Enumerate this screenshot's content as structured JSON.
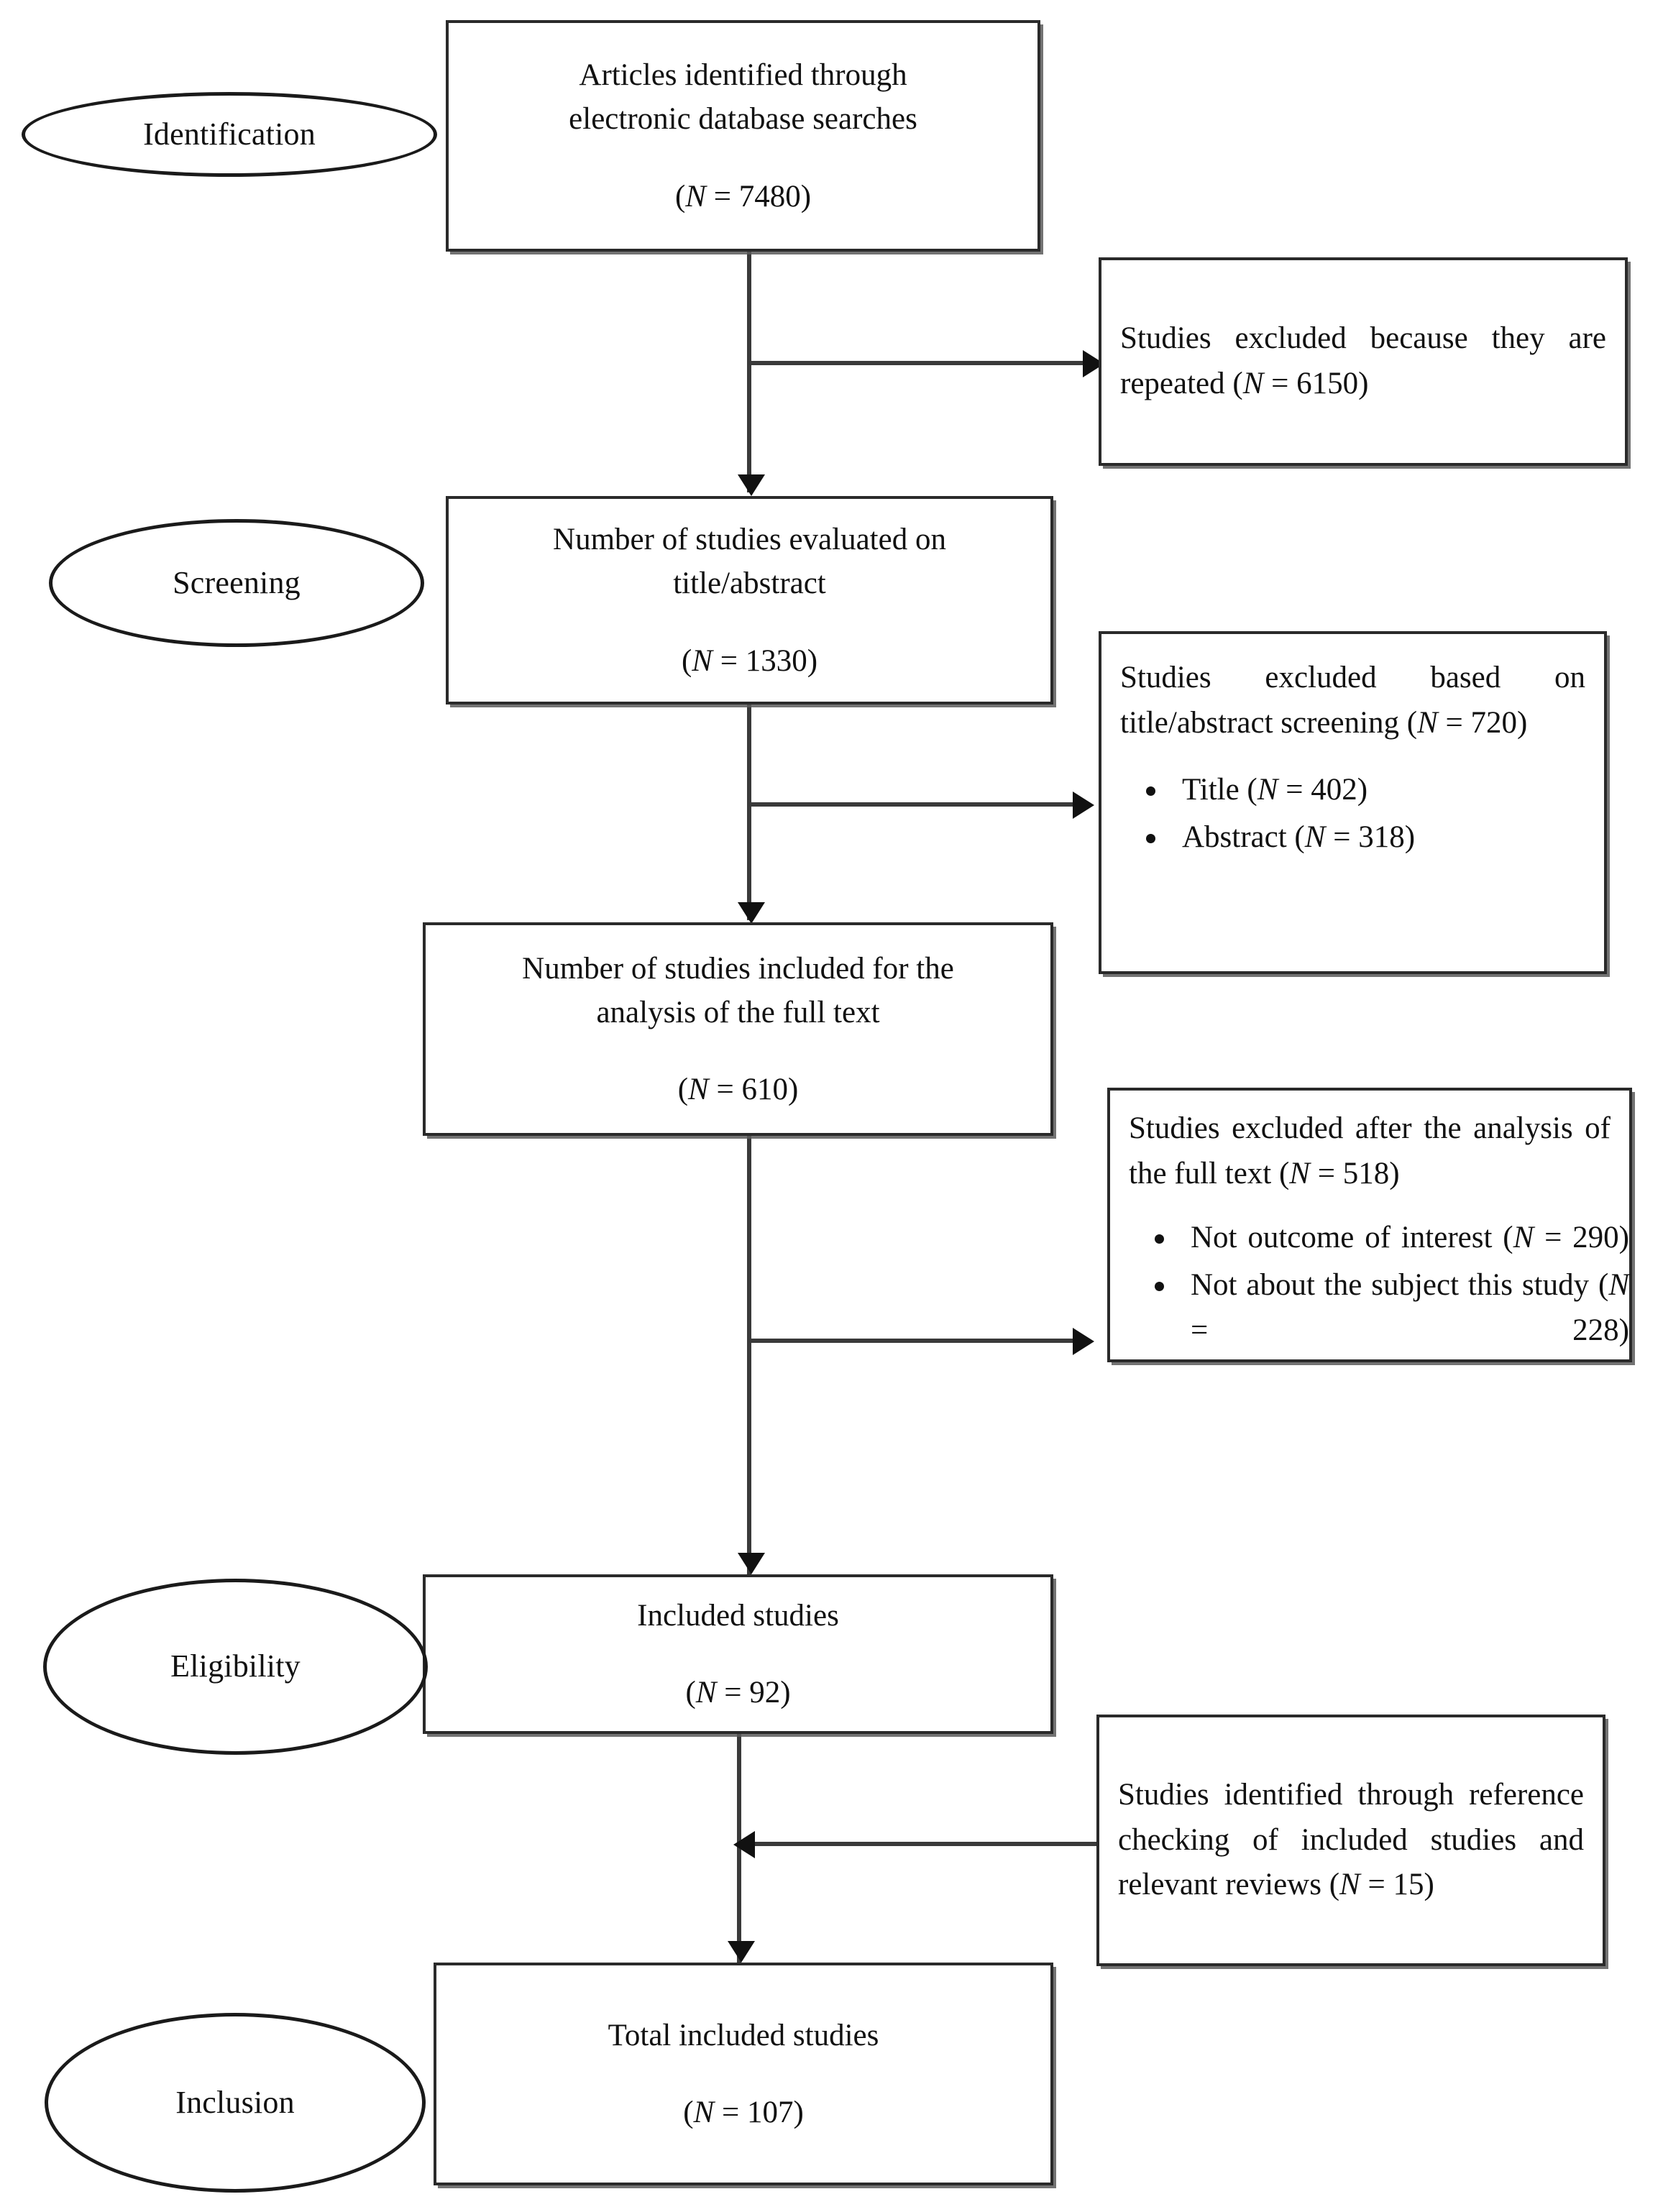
{
  "diagram": {
    "type": "prisma-flow-diagram",
    "stages": [
      {
        "id": "identification",
        "label": "Identification"
      },
      {
        "id": "screening",
        "label": "Screening"
      },
      {
        "id": "eligibility",
        "label": "Eligibility"
      },
      {
        "id": "inclusion",
        "label": "Inclusion"
      }
    ],
    "flow_boxes": [
      {
        "id": "identified",
        "line1": "Articles identified through",
        "line2": "electronic database searches",
        "count_text": "(N = 7480)",
        "n_label": "N",
        "n_value": 7480
      },
      {
        "id": "screened",
        "line1": "Number of studies evaluated on",
        "line2": "title/abstract",
        "count_text": "(N = 1330)",
        "n_label": "N",
        "n_value": 1330
      },
      {
        "id": "fulltext",
        "line1": "Number of studies included for the",
        "line2": "analysis of the full text",
        "count_text": "(N = 610)",
        "n_label": "N",
        "n_value": 610
      },
      {
        "id": "included",
        "line1": "Included studies",
        "count_text": "(N = 92)",
        "n_label": "N",
        "n_value": 92
      },
      {
        "id": "total_included",
        "line1": "Total included studies",
        "count_text": "(N = 107)",
        "n_label": "N",
        "n_value": 107
      }
    ],
    "side_boxes": [
      {
        "id": "excluded_repeated",
        "text": "Studies excluded because they are repeated (N = 6150)",
        "n_value": 6150,
        "bullets": []
      },
      {
        "id": "excluded_title_abstract",
        "text": "Studies excluded based on title/abstract screening (N = 720)",
        "n_value": 720,
        "bullets": [
          {
            "text": "Title (N = 402)",
            "n_value": 402
          },
          {
            "text": "Abstract (N = 318)",
            "n_value": 318
          }
        ]
      },
      {
        "id": "excluded_fulltext",
        "text": "Studies excluded after the analysis of the full text (N = 518)",
        "n_value": 518,
        "bullets": [
          {
            "text": "Not outcome of interest (N = 290)",
            "n_value": 290
          },
          {
            "text": "Not about the subject this study (N = 228)",
            "n_value": 228
          }
        ]
      },
      {
        "id": "reference_checking",
        "text": "Studies identified through reference checking of included studies and relevant reviews (N = 15)",
        "n_value": 15,
        "bullets": []
      }
    ],
    "colors": {
      "box_border": "#2a2a2a",
      "box_shadow": "#5a5a5a",
      "connector": "#3a3a3a",
      "text": "#111111",
      "background": "#ffffff"
    }
  }
}
